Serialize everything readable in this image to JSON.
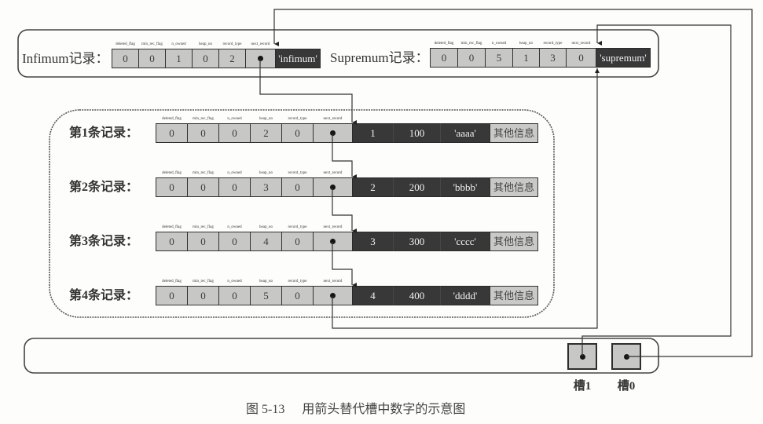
{
  "caption": {
    "figure_number": "图 5-13",
    "title": "用箭头替代槽中数字的示意图"
  },
  "field_headers": [
    "deleted_flag",
    "min_rec_flag",
    "n_owned",
    "heap_no",
    "record_type",
    "next_record"
  ],
  "infimum": {
    "label": "Infimum记录：",
    "fields": [
      "0",
      "0",
      "1",
      "0",
      "2"
    ],
    "next_record_icon": "pointer-dot",
    "data": "'infimum'"
  },
  "supremum": {
    "label": "Supremum记录：",
    "fields": [
      "0",
      "0",
      "5",
      "1",
      "3",
      "0"
    ],
    "data": "'supremum'"
  },
  "records": [
    {
      "label": "第1条记录：",
      "fields": [
        "0",
        "0",
        "0",
        "2",
        "0"
      ],
      "next_record_icon": "pointer-dot",
      "values": [
        "1",
        "100",
        "'aaaa'"
      ],
      "other": "其他信息"
    },
    {
      "label": "第2条记录：",
      "fields": [
        "0",
        "0",
        "0",
        "3",
        "0"
      ],
      "next_record_icon": "pointer-dot",
      "values": [
        "2",
        "200",
        "'bbbb'"
      ],
      "other": "其他信息"
    },
    {
      "label": "第3条记录：",
      "fields": [
        "0",
        "0",
        "0",
        "4",
        "0"
      ],
      "next_record_icon": "pointer-dot",
      "values": [
        "3",
        "300",
        "'cccc'"
      ],
      "other": "其他信息"
    },
    {
      "label": "第4条记录：",
      "fields": [
        "0",
        "0",
        "0",
        "5",
        "0"
      ],
      "next_record_icon": "pointer-dot",
      "values": [
        "4",
        "400",
        "'dddd'"
      ],
      "other": "其他信息"
    }
  ],
  "slots": [
    {
      "label": "槽1",
      "icon": "pointer-dot"
    },
    {
      "label": "槽0",
      "icon": "pointer-dot"
    }
  ],
  "arrows": [
    {
      "from": "槽0",
      "to": "Infimum记录"
    },
    {
      "from": "槽1",
      "to": "Supremum记录"
    },
    {
      "from": "Infimum记录",
      "to": "第1条记录"
    },
    {
      "from": "第1条记录",
      "to": "第2条记录"
    },
    {
      "from": "第2条记录",
      "to": "第3条记录"
    },
    {
      "from": "第3条记录",
      "to": "第4条记录"
    },
    {
      "from": "第4条记录",
      "to": "Supremum记录"
    }
  ],
  "colors": {
    "cell_light": "#c7c7c5",
    "cell_dark": "#383838",
    "border": "#303030",
    "line": "#333333"
  }
}
